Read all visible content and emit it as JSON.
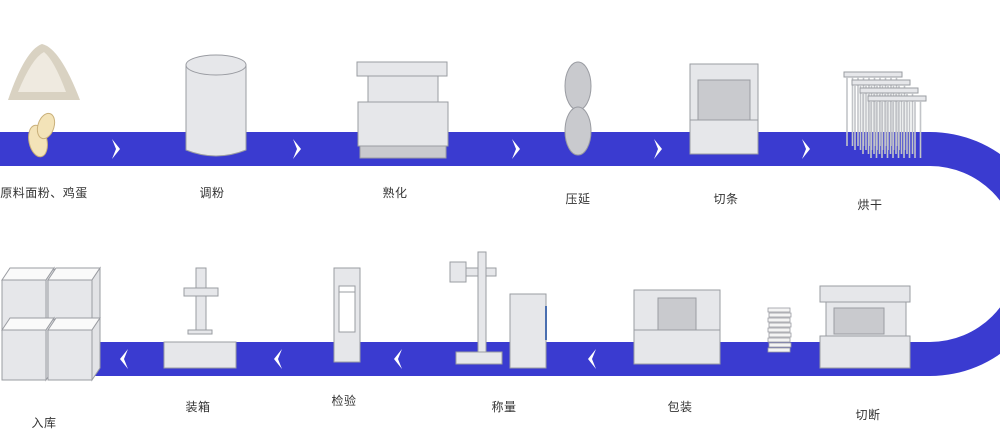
{
  "colors": {
    "belt": "#3a3bd0",
    "machine_fill": "#e6e7ea",
    "machine_stroke": "#9a9ca2",
    "machine_dark": "#c9cace",
    "chevron": "#ffffff",
    "flour": "#d9d2c2"
  },
  "process": {
    "top_row": [
      {
        "id": "raw",
        "label": "原料面粉、鸡蛋",
        "icon": "flour-pile-icon"
      },
      {
        "id": "mix",
        "label": "调粉",
        "icon": "mixer-tank-icon"
      },
      {
        "id": "mature",
        "label": "熟化",
        "icon": "maturing-machine-icon"
      },
      {
        "id": "press",
        "label": "压延",
        "icon": "roller-press-icon"
      },
      {
        "id": "cut",
        "label": "切条",
        "icon": "strip-cutter-icon"
      },
      {
        "id": "dry",
        "label": "烘干",
        "icon": "noodle-dryer-icon"
      }
    ],
    "bottom_row": [
      {
        "id": "chop",
        "label": "切断",
        "icon": "cutting-machine-icon"
      },
      {
        "id": "pack",
        "label": "包装",
        "icon": "packaging-machine-icon"
      },
      {
        "id": "weigh",
        "label": "称量",
        "icon": "weighing-machine-icon"
      },
      {
        "id": "inspect",
        "label": "检验",
        "icon": "inspection-gate-icon"
      },
      {
        "id": "box",
        "label": "装箱",
        "icon": "boxing-machine-icon"
      },
      {
        "id": "store",
        "label": "入库",
        "icon": "warehouse-boxes-icon"
      }
    ]
  }
}
